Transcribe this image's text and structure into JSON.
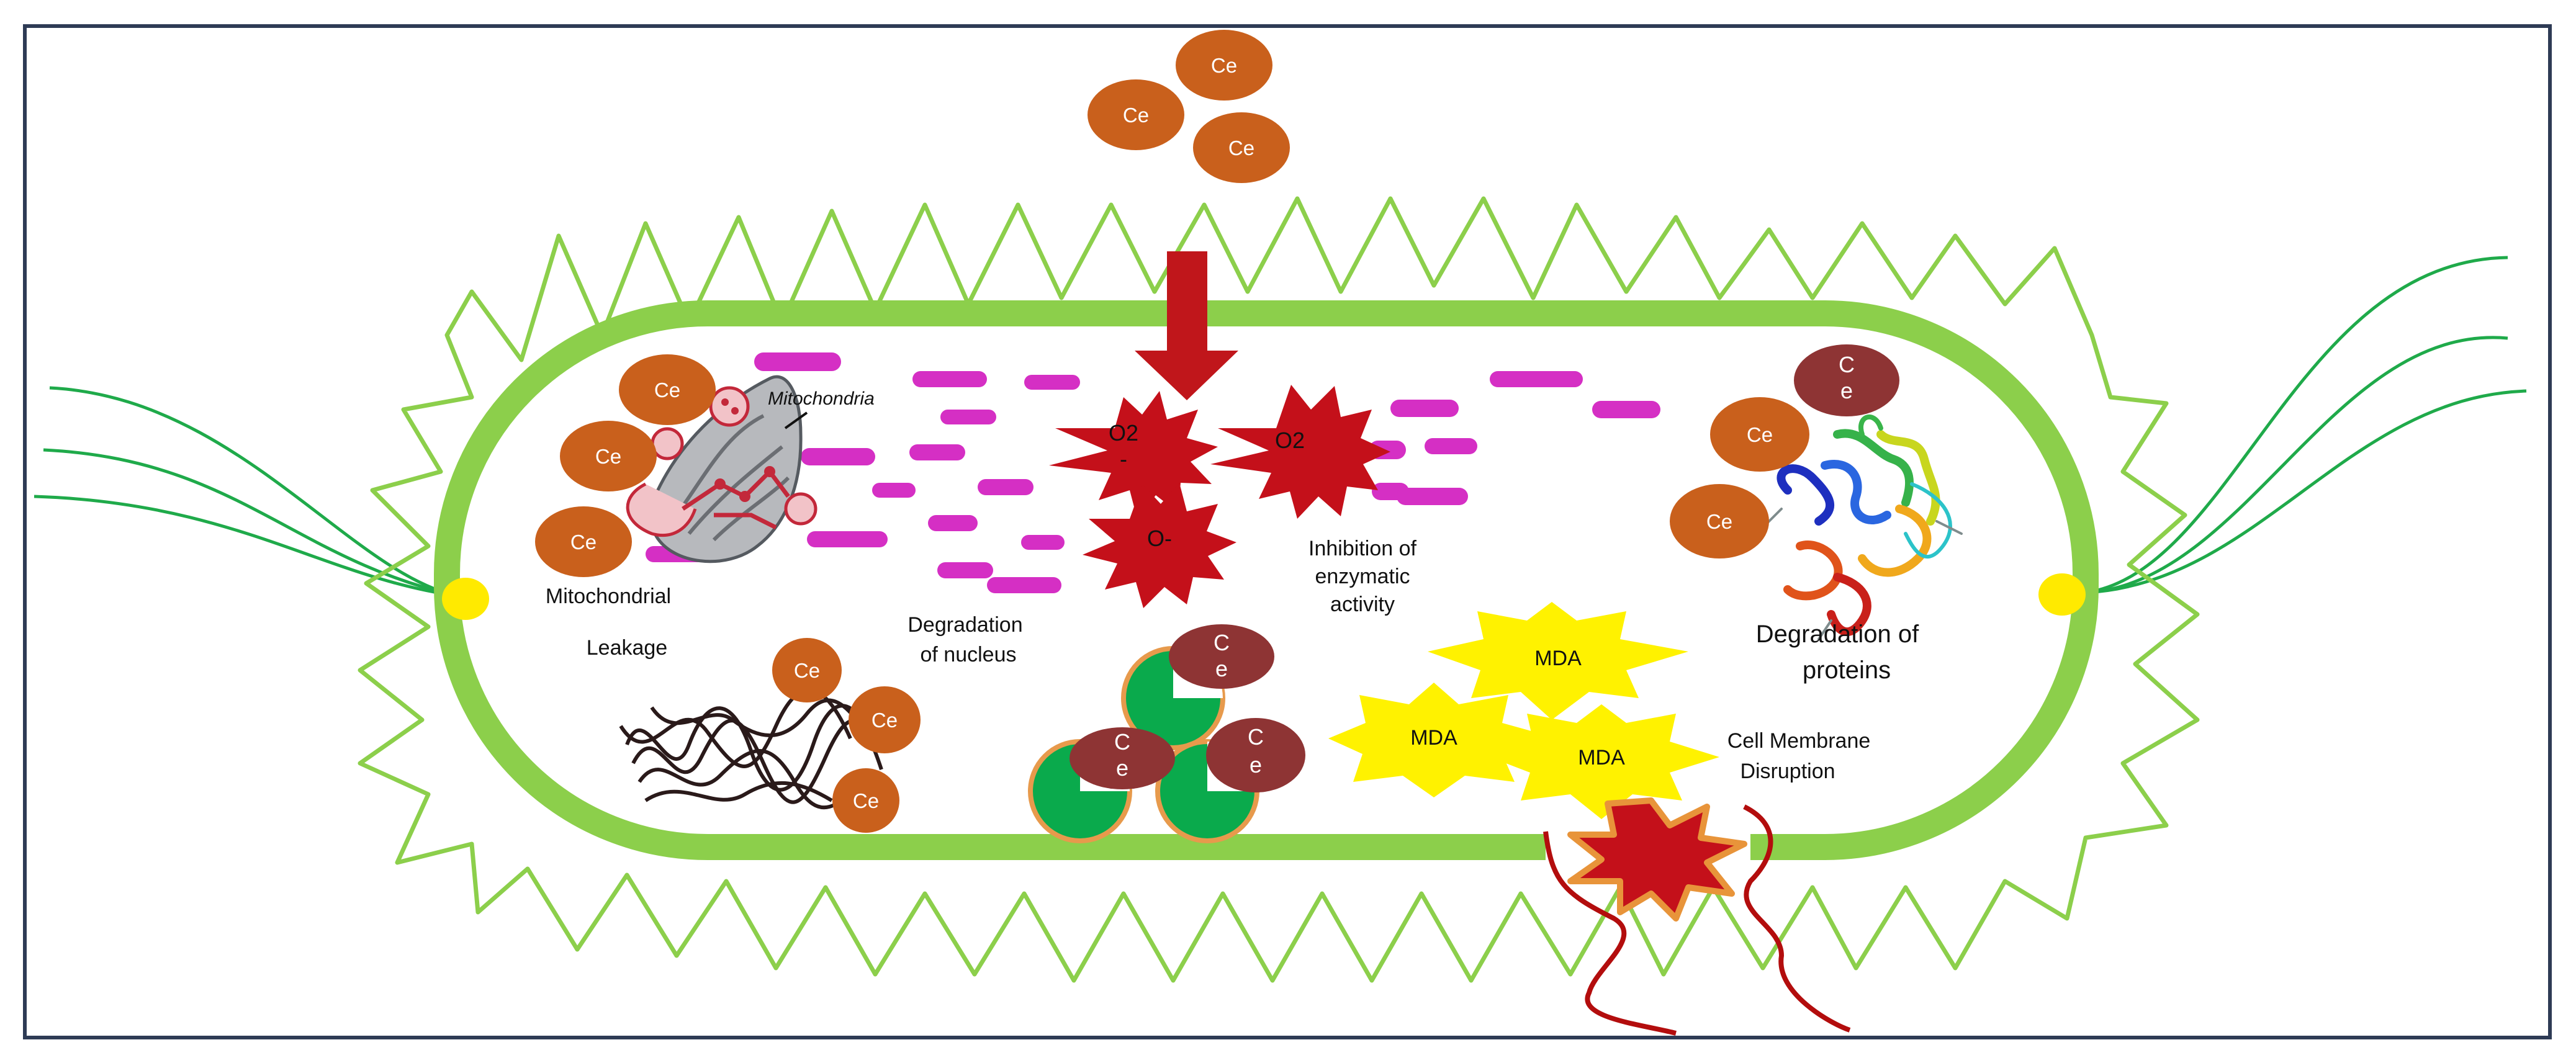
{
  "colors": {
    "cell_wall": "#8ccf4b",
    "frame": "#2e3b55",
    "flagella": "#1faa4a",
    "ce_particle": "#c9601c",
    "ce_particle_dark": "#8e3434",
    "ros": "#c4101a",
    "arrow": "#c0161b",
    "dna_fragment": "#d52fc4",
    "mda": "#fff200",
    "pole_dot": "#ffea00",
    "green_wedge": "#0aaa4c",
    "disruption_strand": "#b30d0d"
  },
  "particle_label": "Ce",
  "split_particle_label": [
    "C",
    "e"
  ],
  "labels": {
    "mitochondria": "Mitochondria",
    "mitochondrial_leakage_line1": "Mitochondrial",
    "mitochondrial_leakage_line2": "Leakage",
    "degradation_nucleus_line1": "Degradation",
    "degradation_nucleus_line2": "of nucleus",
    "inhibition_line1": "Inhibition of",
    "inhibition_line2": "enzymatic",
    "inhibition_line3": "activity",
    "degradation_proteins_line1": "Degradation of",
    "degradation_proteins_line2": "proteins",
    "cell_membrane_line1": "Cell Membrane",
    "cell_membrane_line2": "Disruption"
  },
  "ros_labels": [
    "O2",
    "O2",
    "O-"
  ],
  "mda_label": "MDA",
  "icons": {
    "mitochondrion": "mitochondrion-icon",
    "dna": "dna-coil-icon",
    "protein": "protein-ribbon-icon",
    "arrow": "down-arrow-icon",
    "membrane_burst": "membrane-burst-icon"
  }
}
